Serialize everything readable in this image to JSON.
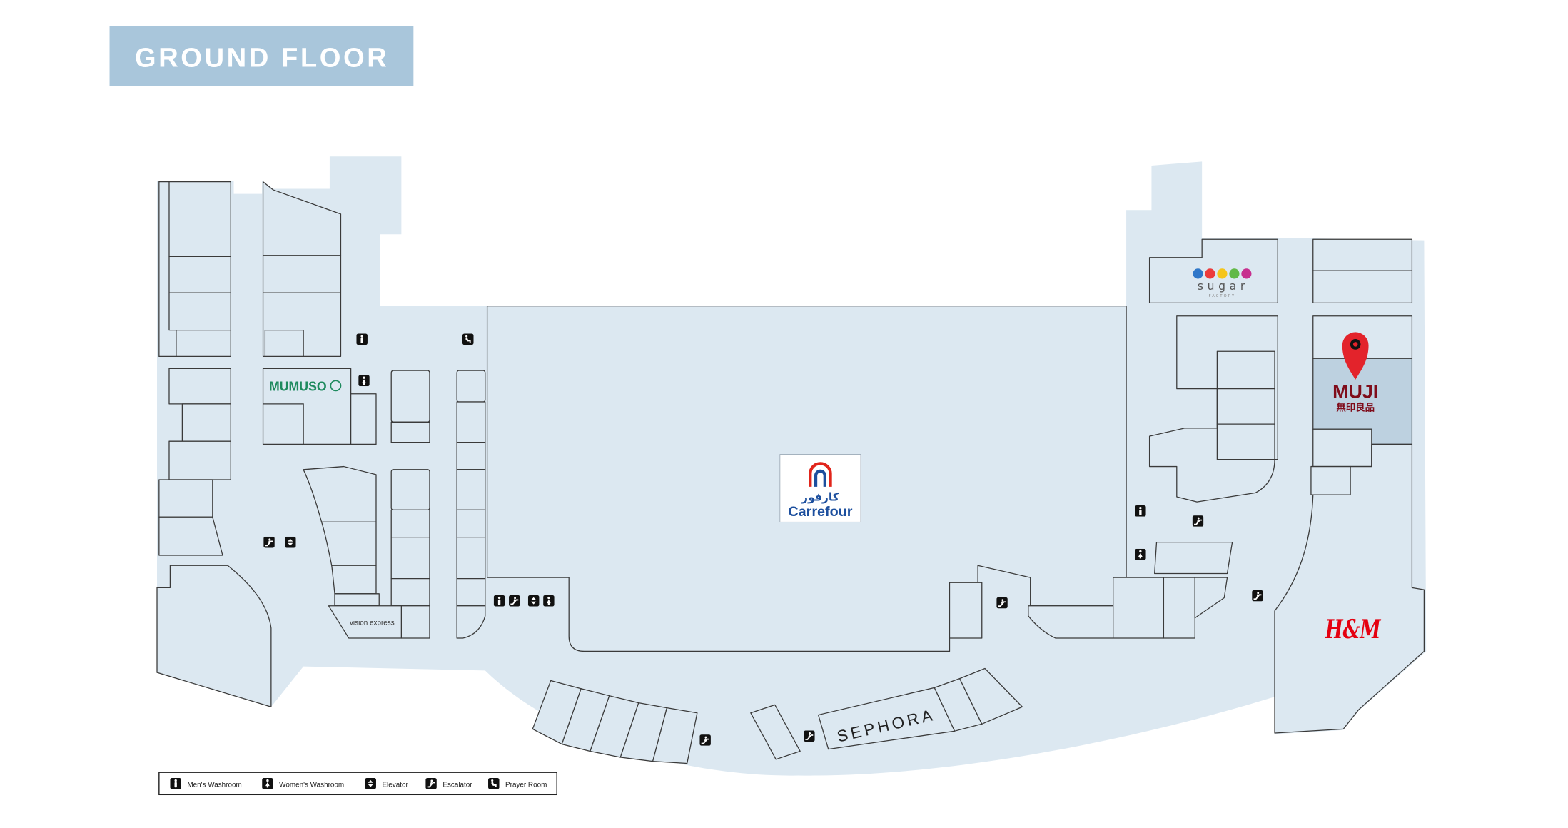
{
  "title": "GROUND FLOOR",
  "stores": {
    "mumuso": "MUMUSO",
    "sugar": "sugar",
    "sugar_sub": "FACTORY",
    "muji": "MUJI",
    "muji_jp": "無印良品",
    "carrefour_ar": "كارفور",
    "carrefour": "Carrefour",
    "vision_express": "vision express",
    "sephora": "SEPHORA",
    "hm": "H&M"
  },
  "legend": [
    {
      "icon": "men-washroom-icon",
      "label": "Men's Washroom"
    },
    {
      "icon": "women-washroom-icon",
      "label": "Women's Washroom"
    },
    {
      "icon": "elevator-icon",
      "label": "Elevator"
    },
    {
      "icon": "escalator-icon",
      "label": "Escalator"
    },
    {
      "icon": "prayer-room-icon",
      "label": "Prayer Room"
    }
  ],
  "colors": {
    "mall_fill": "#dce8f1",
    "outline": "#3a3a3a",
    "title_bg": "#a9c6db",
    "title_text": "#ffffff",
    "highlight": "#bdd1e0",
    "pin": "#e3232b",
    "muji": "#7f0c1a",
    "hm": "#e50010",
    "mumuso": "#1e8a5e",
    "carrefour_blue": "#1c4f9e",
    "carrefour_red": "#e1251b",
    "sephora": "#222222",
    "icon": "#111111",
    "page_bg": "#ffffff",
    "sugar_dots": [
      "#2f77c9",
      "#ec3b3b",
      "#f5c51a",
      "#62b947",
      "#c7308f"
    ]
  }
}
